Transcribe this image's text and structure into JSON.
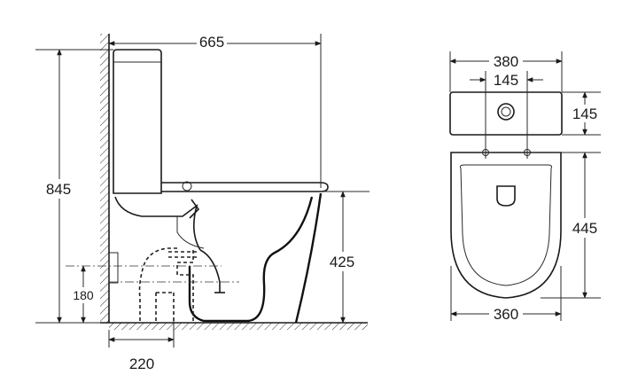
{
  "side_view": {
    "overall_depth": "665",
    "overall_height": "845",
    "seat_height": "425",
    "outlet_height": "180",
    "outlet_offset": "220"
  },
  "top_view": {
    "tank_width": "380",
    "hole_spacing": "145",
    "tank_depth": "145",
    "bowl_length": "445",
    "bowl_width": "360"
  }
}
